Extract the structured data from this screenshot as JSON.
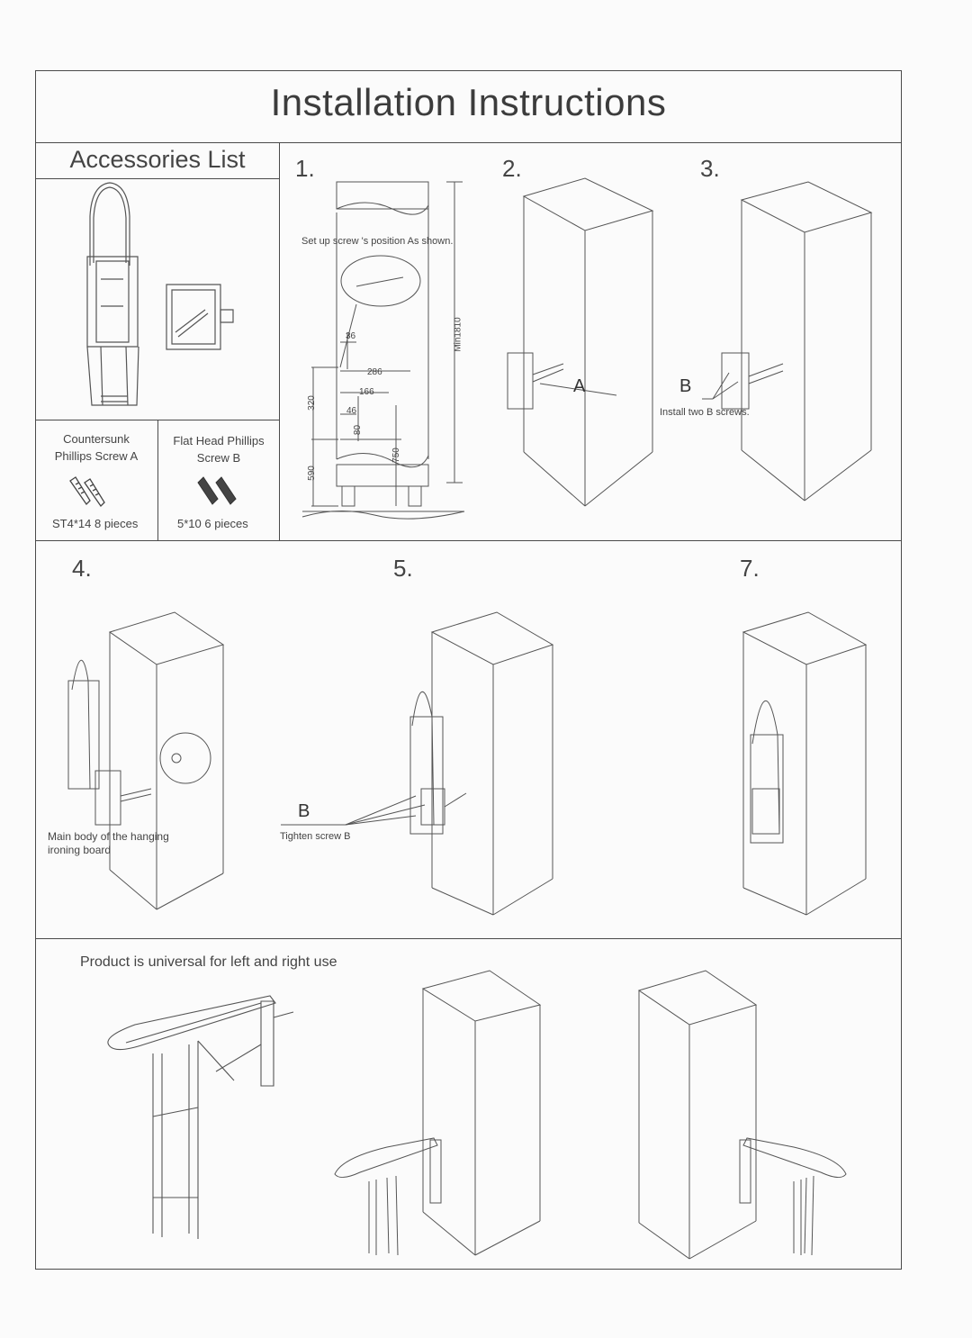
{
  "title": "Installation Instructions",
  "accessories": {
    "title": "Accessories List",
    "screw_a": {
      "line1": "Countersunk",
      "line2": "Phillips Screw  A",
      "qty": "ST4*14   8 pieces"
    },
    "screw_b": {
      "line1": "Flat Head Phillips",
      "line2": "Screw  B",
      "qty": "5*10   6 pieces"
    }
  },
  "steps": {
    "s1": "1.",
    "s2": "2.",
    "s3": "3.",
    "s4": "4.",
    "s5": "5.",
    "s7": "7."
  },
  "step1": {
    "note": "Set up screw 's position As shown.",
    "dims": {
      "d36": "36",
      "d286": "286",
      "d166": "166",
      "d46": "46",
      "d80": "80",
      "d320": "320",
      "d590": "590",
      "d750": "750",
      "min": "Min1810"
    }
  },
  "step2": {
    "label": "A"
  },
  "step3": {
    "label": "B",
    "note": "Install two B screws."
  },
  "step4": {
    "note_line1": "Main body of the hanging",
    "note_line2": "ironing board"
  },
  "step5": {
    "label": "B",
    "note": "Tighten screw B"
  },
  "universal": {
    "note": "Product is universal for left and right use"
  }
}
